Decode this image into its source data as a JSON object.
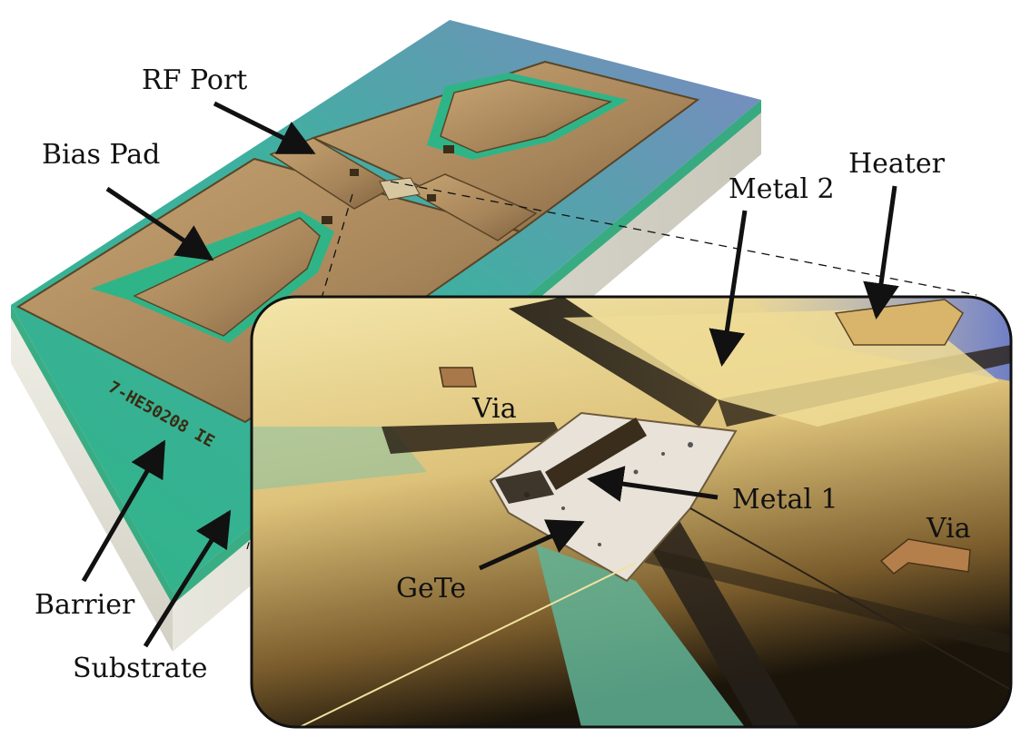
{
  "labels": {
    "rf_port": "RF Port",
    "bias_pad": "Bias Pad",
    "barrier": "Barrier",
    "substrate": "Substrate",
    "metal_2": "Metal 2",
    "heater": "Heater",
    "via_left": "Via",
    "via_right": "Via",
    "metal_1": "Metal 1",
    "gete": "GeTe"
  },
  "chip_marking": "7-HE50208 IE",
  "colors": {
    "substrate": "#e9e8df",
    "barrier": "#2fb487",
    "metal": "#b08d5f",
    "metal_dark": "#5a4426",
    "inset_gold": "#e6cd7f",
    "gete": "#e8e2d8",
    "heater_blue": "#7e88c2",
    "text": "#111111"
  }
}
